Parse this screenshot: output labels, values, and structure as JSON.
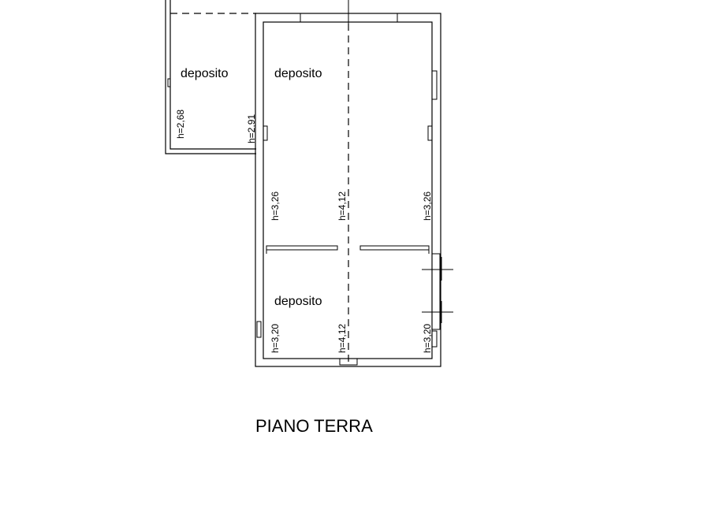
{
  "plan_title": "PIANO TERRA",
  "rooms": [
    {
      "label": "deposito"
    },
    {
      "label": "deposito"
    },
    {
      "label": "deposito"
    }
  ],
  "heights": [
    "h=2,68",
    "h=2,91",
    "h=3,26",
    "h=4,12",
    "h=3,26",
    "h=3,20",
    "h=4,12",
    "h=3,20"
  ]
}
